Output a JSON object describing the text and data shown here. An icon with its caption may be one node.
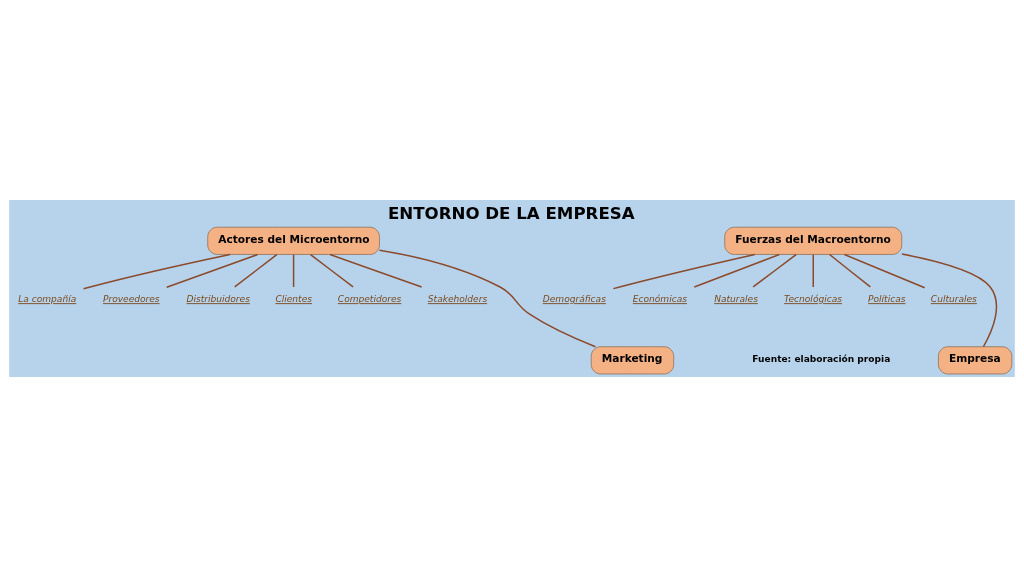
{
  "diagram": {
    "title": "ENTORNO DE LA EMPRESA",
    "caption": "Fuente: elaboración propia",
    "nodes": [
      {
        "text": [
          "Actores del Microentorno"
        ]
      },
      {
        "text": [
          "La compañía"
        ]
      },
      {
        "text": [
          "Proveedores"
        ]
      },
      {
        "text": [
          "Distribuidores"
        ]
      },
      {
        "text": [
          "Clientes"
        ]
      },
      {
        "text": [
          "Competidores"
        ]
      },
      {
        "text": [
          "Stakeholders"
        ]
      },
      {
        "text": [
          "Marketing"
        ]
      },
      {
        "text": [
          "Fuerzas del Macroentorno"
        ]
      },
      {
        "text": [
          "Demográficas"
        ]
      },
      {
        "text": [
          "Económicas"
        ]
      },
      {
        "text": [
          "Naturales"
        ]
      },
      {
        "text": [
          "Tecnológicas"
        ]
      },
      {
        "text": [
          "Políticas"
        ]
      },
      {
        "text": [
          "Culturales"
        ]
      },
      {
        "text": [
          "Empresa"
        ]
      }
    ],
    "edges": [
      {
        "from": 0,
        "to": 1,
        "arrow": "none"
      },
      {
        "from": 0,
        "to": 2,
        "arrow": "none"
      },
      {
        "from": 0,
        "to": 3,
        "arrow": "none"
      },
      {
        "from": 0,
        "to": 4,
        "arrow": "none"
      },
      {
        "from": 0,
        "to": 5,
        "arrow": "none"
      },
      {
        "from": 0,
        "to": 6,
        "arrow": "none"
      },
      {
        "from": 0,
        "to": 7,
        "arrow": "none"
      },
      {
        "from": 8,
        "to": 9,
        "arrow": "none"
      },
      {
        "from": 8,
        "to": 10,
        "arrow": "none"
      },
      {
        "from": 8,
        "to": 11,
        "arrow": "none"
      },
      {
        "from": 8,
        "to": 12,
        "arrow": "none"
      },
      {
        "from": 8,
        "to": 13,
        "arrow": "none"
      },
      {
        "from": 8,
        "to": 14,
        "arrow": "none"
      },
      {
        "from": 8,
        "to": 15,
        "arrow": "none"
      }
    ]
  }
}
